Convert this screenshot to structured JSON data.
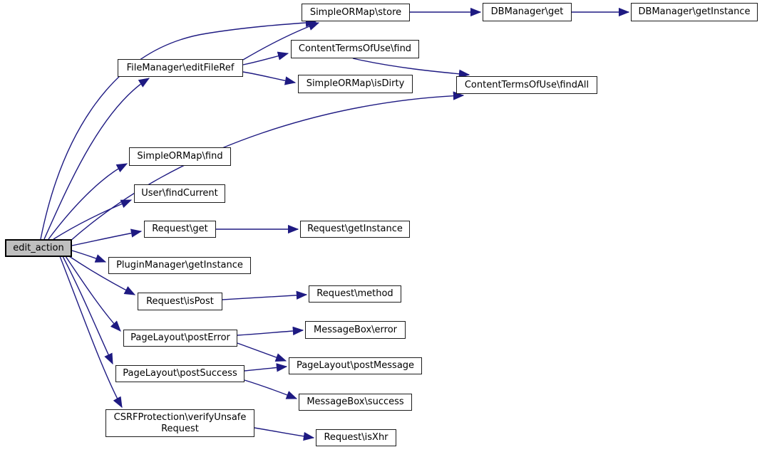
{
  "diagram": {
    "type": "call-graph",
    "focus_function": "edit_action",
    "colors": {
      "edge": "#1e1a82",
      "node_border": "#1c1c1c",
      "node_background": "#ffffff",
      "highlight_background": "#bfbfbf",
      "text": "#000000",
      "page_background": "#ffffff"
    },
    "nodes": [
      {
        "id": "edit_action",
        "label": "edit_action",
        "highlighted": true
      },
      {
        "id": "editFileRef",
        "label": "FileManager\\editFileRef"
      },
      {
        "id": "store",
        "label": "SimpleORMap\\store"
      },
      {
        "id": "dbget",
        "label": "DBManager\\get"
      },
      {
        "id": "dbgetinstance",
        "label": "DBManager\\getInstance"
      },
      {
        "id": "ctufind",
        "label": "ContentTermsOfUse\\find"
      },
      {
        "id": "isdirty",
        "label": "SimpleORMap\\isDirty"
      },
      {
        "id": "ctufindall",
        "label": "ContentTermsOfUse\\findAll"
      },
      {
        "id": "sormfind",
        "label": "SimpleORMap\\find"
      },
      {
        "id": "findcurrent",
        "label": "User\\findCurrent"
      },
      {
        "id": "reqget",
        "label": "Request\\get"
      },
      {
        "id": "reqgetinstance",
        "label": "Request\\getInstance"
      },
      {
        "id": "pluginmanager",
        "label": "PluginManager\\getInstance"
      },
      {
        "id": "ispost",
        "label": "Request\\isPost"
      },
      {
        "id": "reqmethod",
        "label": "Request\\method"
      },
      {
        "id": "posterror",
        "label": "PageLayout\\postError"
      },
      {
        "id": "msgerror",
        "label": "MessageBox\\error"
      },
      {
        "id": "postmessage",
        "label": "PageLayout\\postMessage"
      },
      {
        "id": "postsuccess",
        "label": "PageLayout\\postSuccess"
      },
      {
        "id": "msgsuccess",
        "label": "MessageBox\\success"
      },
      {
        "id": "csrf",
        "label": "CSRFProtection\\verifyUnsafe",
        "label2": "Request"
      },
      {
        "id": "isxhr",
        "label": "Request\\isXhr"
      }
    ],
    "edges": [
      {
        "from": "edit_action",
        "to": "SimpleORMap\\store"
      },
      {
        "from": "edit_action",
        "to": "FileManager\\editFileRef"
      },
      {
        "from": "edit_action",
        "to": "ContentTermsOfUse\\findAll"
      },
      {
        "from": "edit_action",
        "to": "SimpleORMap\\find"
      },
      {
        "from": "edit_action",
        "to": "User\\findCurrent"
      },
      {
        "from": "edit_action",
        "to": "Request\\get"
      },
      {
        "from": "edit_action",
        "to": "PluginManager\\getInstance"
      },
      {
        "from": "edit_action",
        "to": "Request\\isPost"
      },
      {
        "from": "edit_action",
        "to": "PageLayout\\postError"
      },
      {
        "from": "edit_action",
        "to": "PageLayout\\postSuccess"
      },
      {
        "from": "edit_action",
        "to": "CSRFProtection\\verifyUnsafeRequest"
      },
      {
        "from": "FileManager\\editFileRef",
        "to": "SimpleORMap\\store"
      },
      {
        "from": "FileManager\\editFileRef",
        "to": "ContentTermsOfUse\\find"
      },
      {
        "from": "FileManager\\editFileRef",
        "to": "SimpleORMap\\isDirty"
      },
      {
        "from": "ContentTermsOfUse\\find",
        "to": "ContentTermsOfUse\\findAll"
      },
      {
        "from": "SimpleORMap\\store",
        "to": "DBManager\\get"
      },
      {
        "from": "DBManager\\get",
        "to": "DBManager\\getInstance"
      },
      {
        "from": "Request\\get",
        "to": "Request\\getInstance"
      },
      {
        "from": "Request\\isPost",
        "to": "Request\\method"
      },
      {
        "from": "PageLayout\\postError",
        "to": "MessageBox\\error"
      },
      {
        "from": "PageLayout\\postError",
        "to": "PageLayout\\postMessage"
      },
      {
        "from": "PageLayout\\postSuccess",
        "to": "PageLayout\\postMessage"
      },
      {
        "from": "PageLayout\\postSuccess",
        "to": "MessageBox\\success"
      },
      {
        "from": "CSRFProtection\\verifyUnsafeRequest",
        "to": "Request\\isXhr"
      }
    ]
  }
}
